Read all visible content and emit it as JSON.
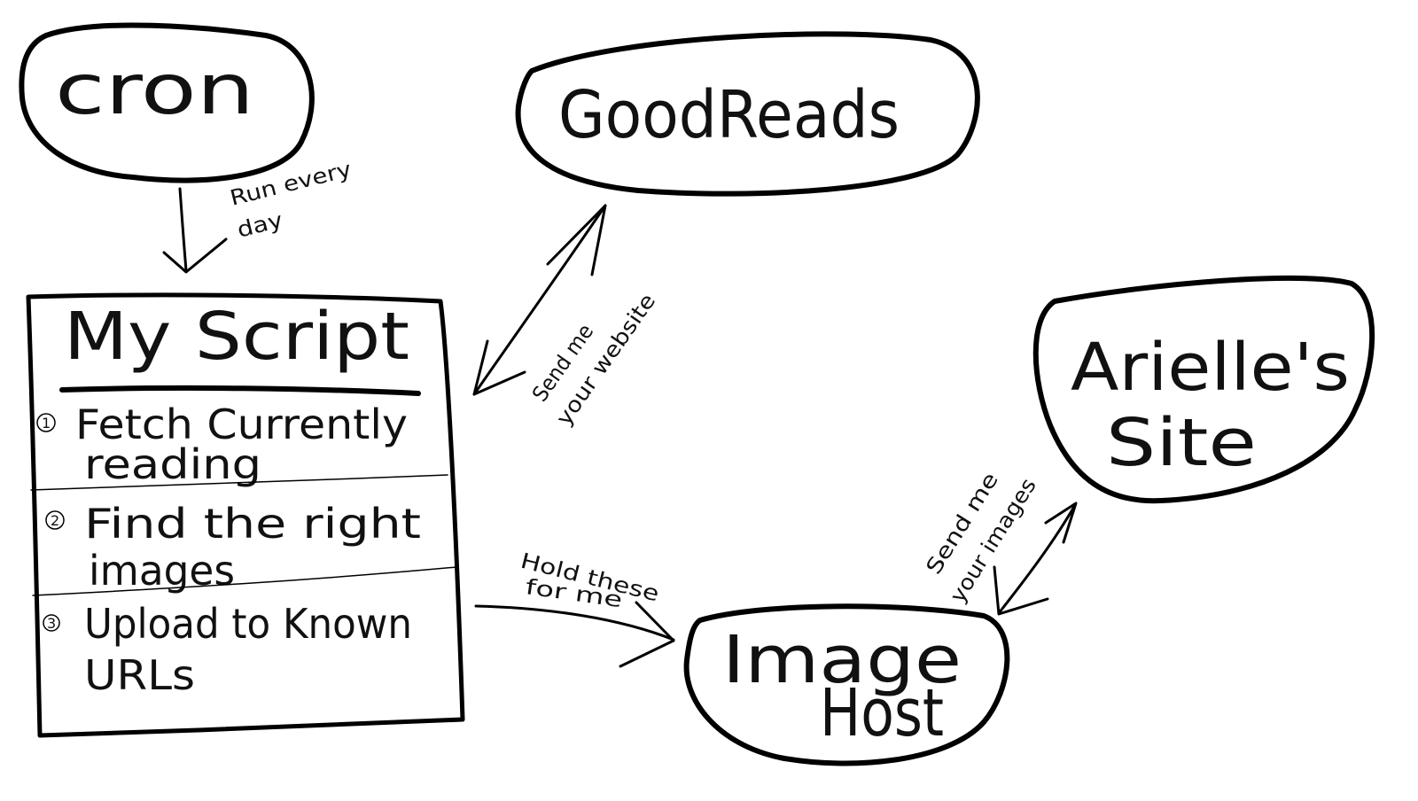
{
  "nodes": {
    "cron": {
      "label": "cron"
    },
    "goodreads": {
      "label": "GoodReads"
    },
    "arielles_site": {
      "label_line1": "Arielle's",
      "label_line2": "Site"
    },
    "image_host": {
      "label_line1": "Image",
      "label_line2": "Host"
    }
  },
  "script_box": {
    "title": "My Script",
    "steps": [
      {
        "number": "1",
        "line1": "Fetch Currently",
        "line2": "reading"
      },
      {
        "number": "2",
        "line1": "Find the right",
        "line2": "images"
      },
      {
        "number": "3",
        "line1": "Upload to Known",
        "line2": "URLs"
      }
    ]
  },
  "edges": {
    "cron_to_script": {
      "line1": "Run every",
      "line2": "day"
    },
    "script_to_goodreads": {
      "line1": "Send me",
      "line2": "your website"
    },
    "script_to_imagehost": {
      "line1": "Hold these",
      "line2": "for me"
    },
    "site_to_imagehost": {
      "line1": "Send me",
      "line2": "your images"
    }
  }
}
